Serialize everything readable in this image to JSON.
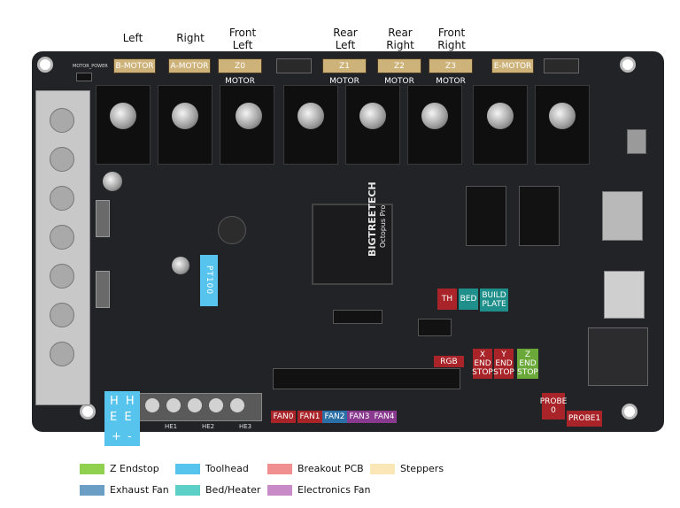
{
  "top_labels": [
    {
      "text": "Left"
    },
    {
      "text": "Right"
    },
    {
      "text": "Front\nLeft"
    },
    {
      "text": "Rear\nLeft"
    },
    {
      "text": "Rear\nRight"
    },
    {
      "text": "Front\nRight"
    }
  ],
  "motors": [
    "B-MOTOR",
    "A-MOTOR",
    "Z0 MOTOR",
    "Z1 MOTOR",
    "Z2 MOTOR",
    "Z3 MOTOR",
    "E-MOTOR"
  ],
  "board_text": {
    "brand": "BIGTREETECH",
    "model": "Octopus Pro",
    "motor_power": "MOTOR_POWER",
    "he_labels": [
      "HE1",
      "HE2",
      "HE3"
    ]
  },
  "tags": {
    "pt100": "PT100",
    "th": "TH",
    "bed": "BED",
    "build_plate": "BUILD\nPLATE",
    "rgb": "RGB",
    "x_endstop": "X\nEND\nSTOP",
    "y_endstop": "Y\nEND\nSTOP",
    "z_endstop": "Z\nEND\nSTOP",
    "probe0": "PROBE\n0",
    "probe1": "PROBE1",
    "fans": [
      "FAN0",
      "FAN1",
      "FAN2",
      "FAN3",
      "FAN4"
    ],
    "he_pos": "+",
    "he_neg": "-",
    "he0_h": "H H",
    "he0_e": "E E"
  },
  "legend": [
    {
      "label": "Z Endstop",
      "color": "#8fd14f"
    },
    {
      "label": "Toolhead",
      "color": "#57c4ee"
    },
    {
      "label": "Breakout PCB",
      "color": "#ef8f8f"
    },
    {
      "label": "Steppers",
      "color": "#fbe6b8"
    },
    {
      "label": "Exhaust Fan",
      "color": "#6b9ec4"
    },
    {
      "label": "Bed/Heater",
      "color": "#5ccfc6"
    },
    {
      "label": "Electronics Fan",
      "color": "#c98ac8"
    }
  ],
  "colors": {
    "stepper_tag": "#cdb27a",
    "breakout": "#a82428",
    "bed_heater": "#1e8f8a",
    "exhaust_fan": "#2a6fa5",
    "electronics_fan": "#8a3a8e",
    "toolhead": "#57c4ee",
    "z_endstop": "#6aa83a"
  }
}
